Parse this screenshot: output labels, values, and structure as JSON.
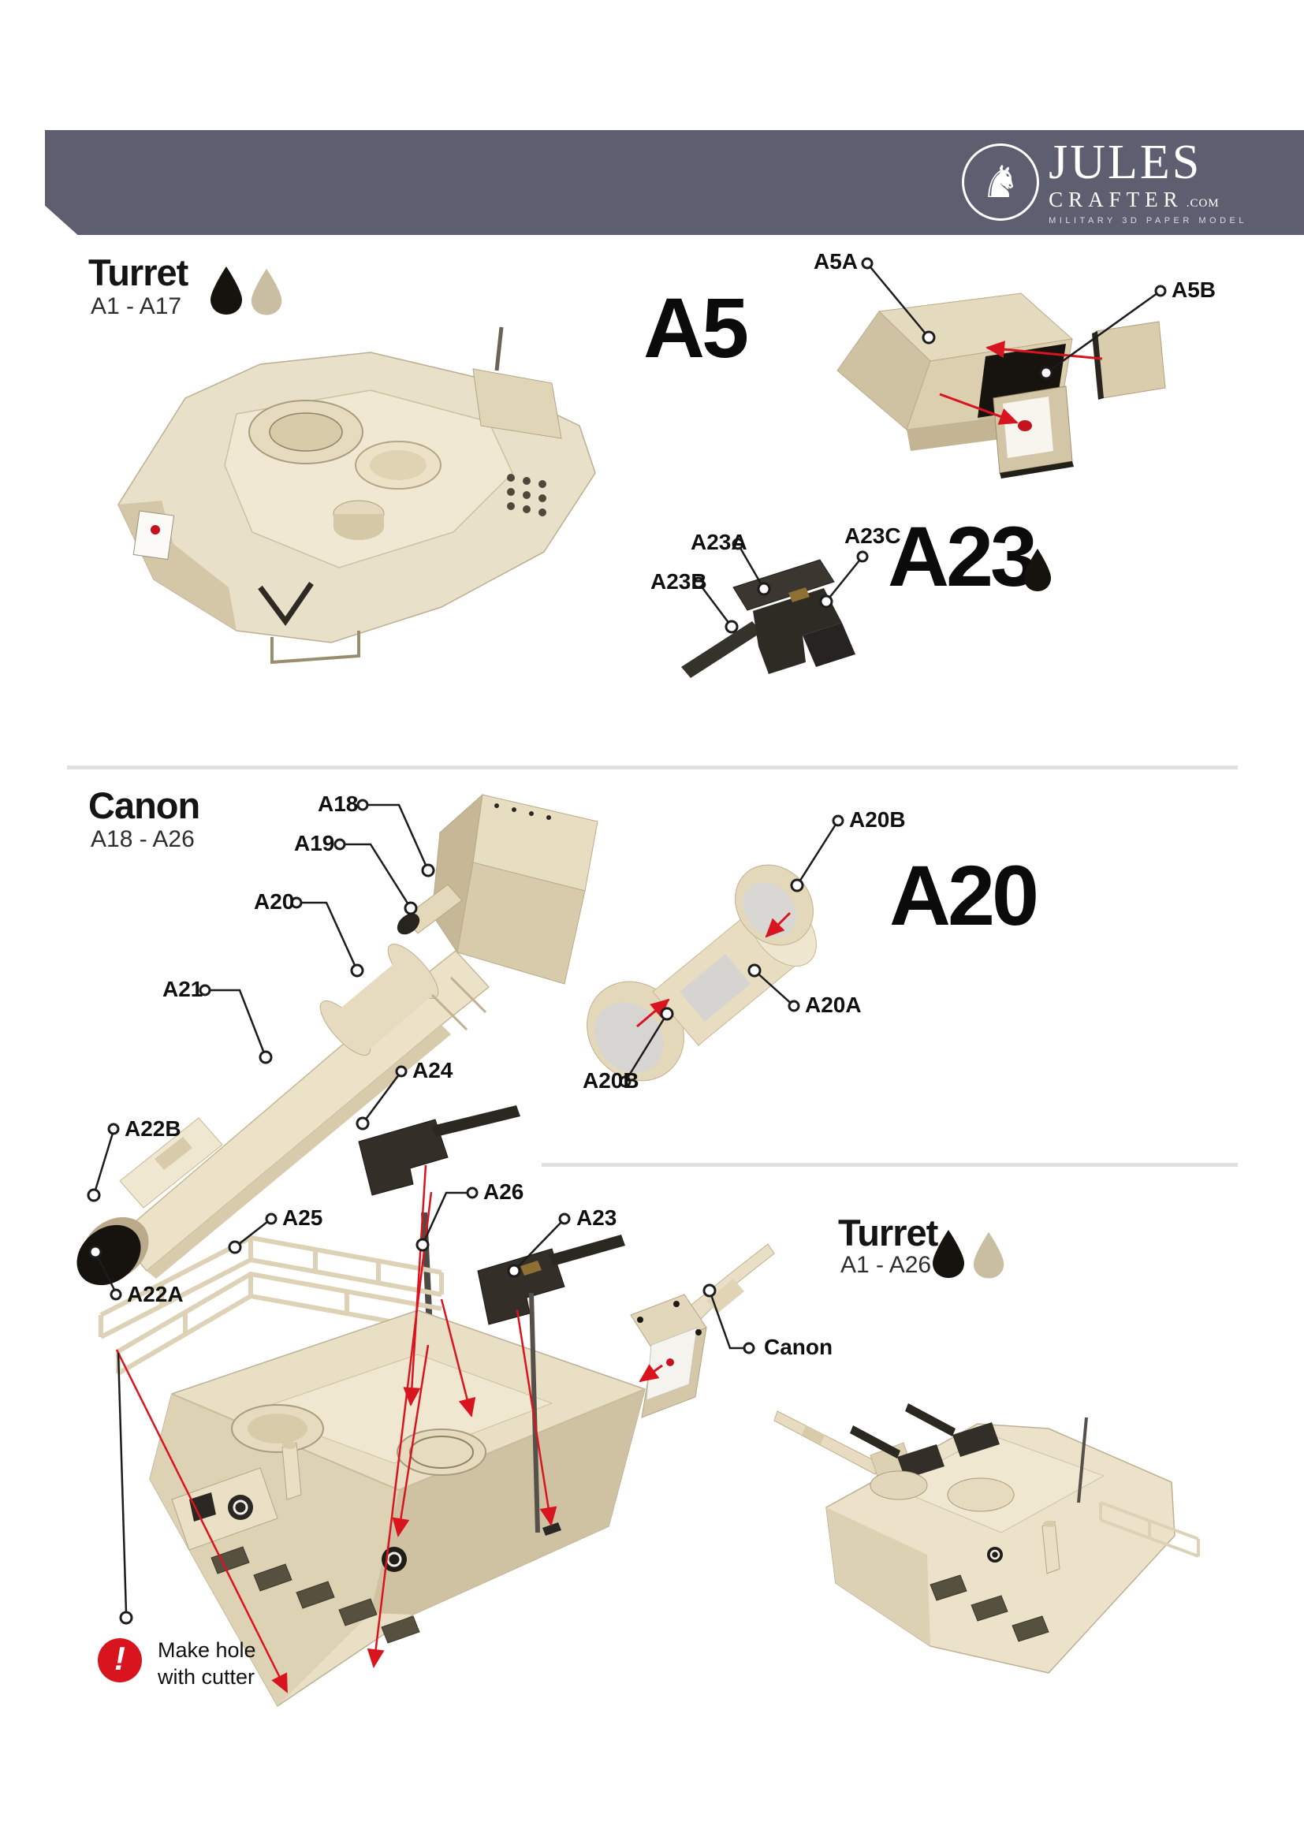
{
  "colors": {
    "band": "#5d5f71",
    "red": "#d8141e",
    "tan": "#c9bda2",
    "ink": "#16120d",
    "divider": "#e0e0e0"
  },
  "header": {
    "brand": "JULES",
    "brand_line2": "CRAFTER",
    "brand_suffix": ".COM",
    "tagline": "MILITARY 3D PAPER MODEL"
  },
  "turret_section": {
    "title": "Turret",
    "range": "A1 - A17"
  },
  "canon_section": {
    "title": "Canon",
    "range": "A18 - A26"
  },
  "final_section": {
    "title": "Turret",
    "range": "A1 - A26"
  },
  "big_parts": {
    "a5": "A5",
    "a23": "A23",
    "a20": "A20"
  },
  "callouts": {
    "a5a": "A5A",
    "a5b": "A5B",
    "a23a": "A23A",
    "a23b": "A23B",
    "a23c": "A23C",
    "a18": "A18",
    "a19": "A19",
    "a20": "A20",
    "a21": "A21",
    "a22a": "A22A",
    "a22b": "A22B",
    "a24": "A24",
    "a25": "A25",
    "a26": "A26",
    "a23": "A23",
    "a20b_top": "A20B",
    "a20a": "A20A",
    "a20b_bottom": "A20B",
    "canon": "Canon"
  },
  "warning": {
    "glyph": "!",
    "line1": "Make hole",
    "line2": "with cutter"
  }
}
